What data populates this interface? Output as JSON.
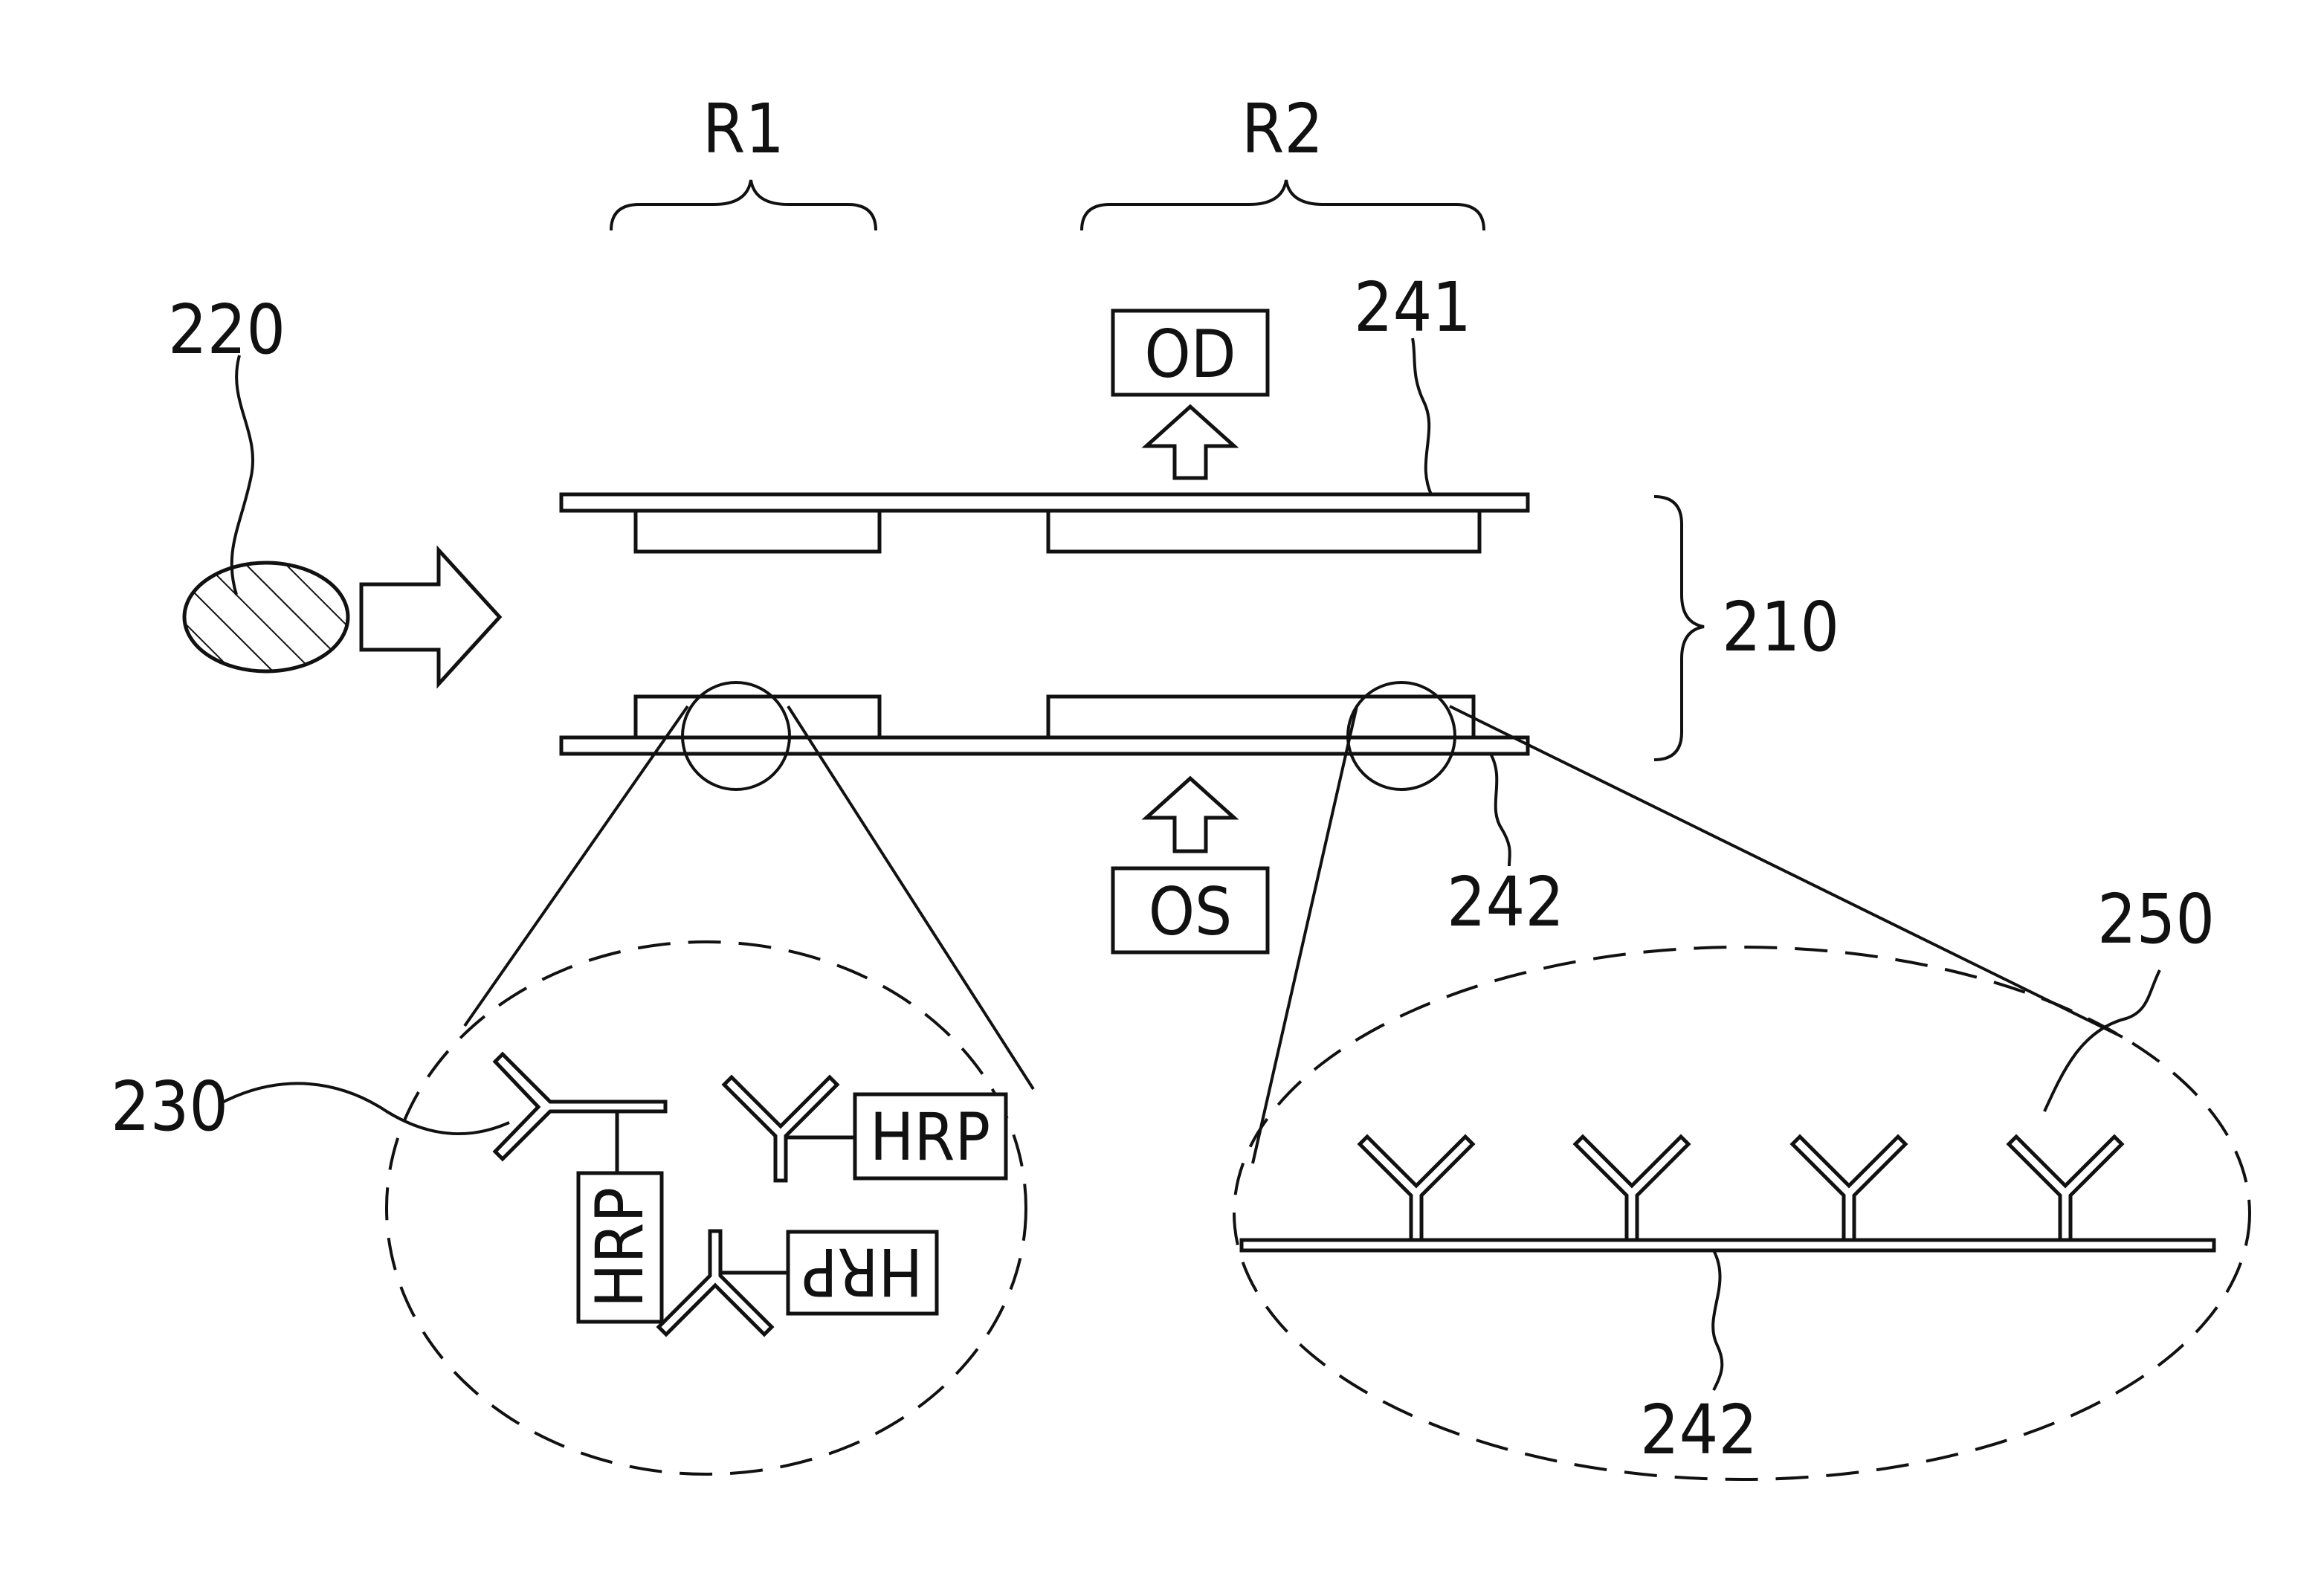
{
  "labels": {
    "r1": "R1",
    "r2": "R2",
    "n220": "220",
    "n241": "241",
    "n210": "210",
    "n242_top": "242",
    "n250": "250",
    "n230": "230",
    "n242_bottom": "242"
  },
  "boxes": {
    "od": "OD",
    "os": "OS",
    "hrp_right": "HRP",
    "hrp_vertical": "HRP",
    "hrp_flipped": "HRP"
  }
}
